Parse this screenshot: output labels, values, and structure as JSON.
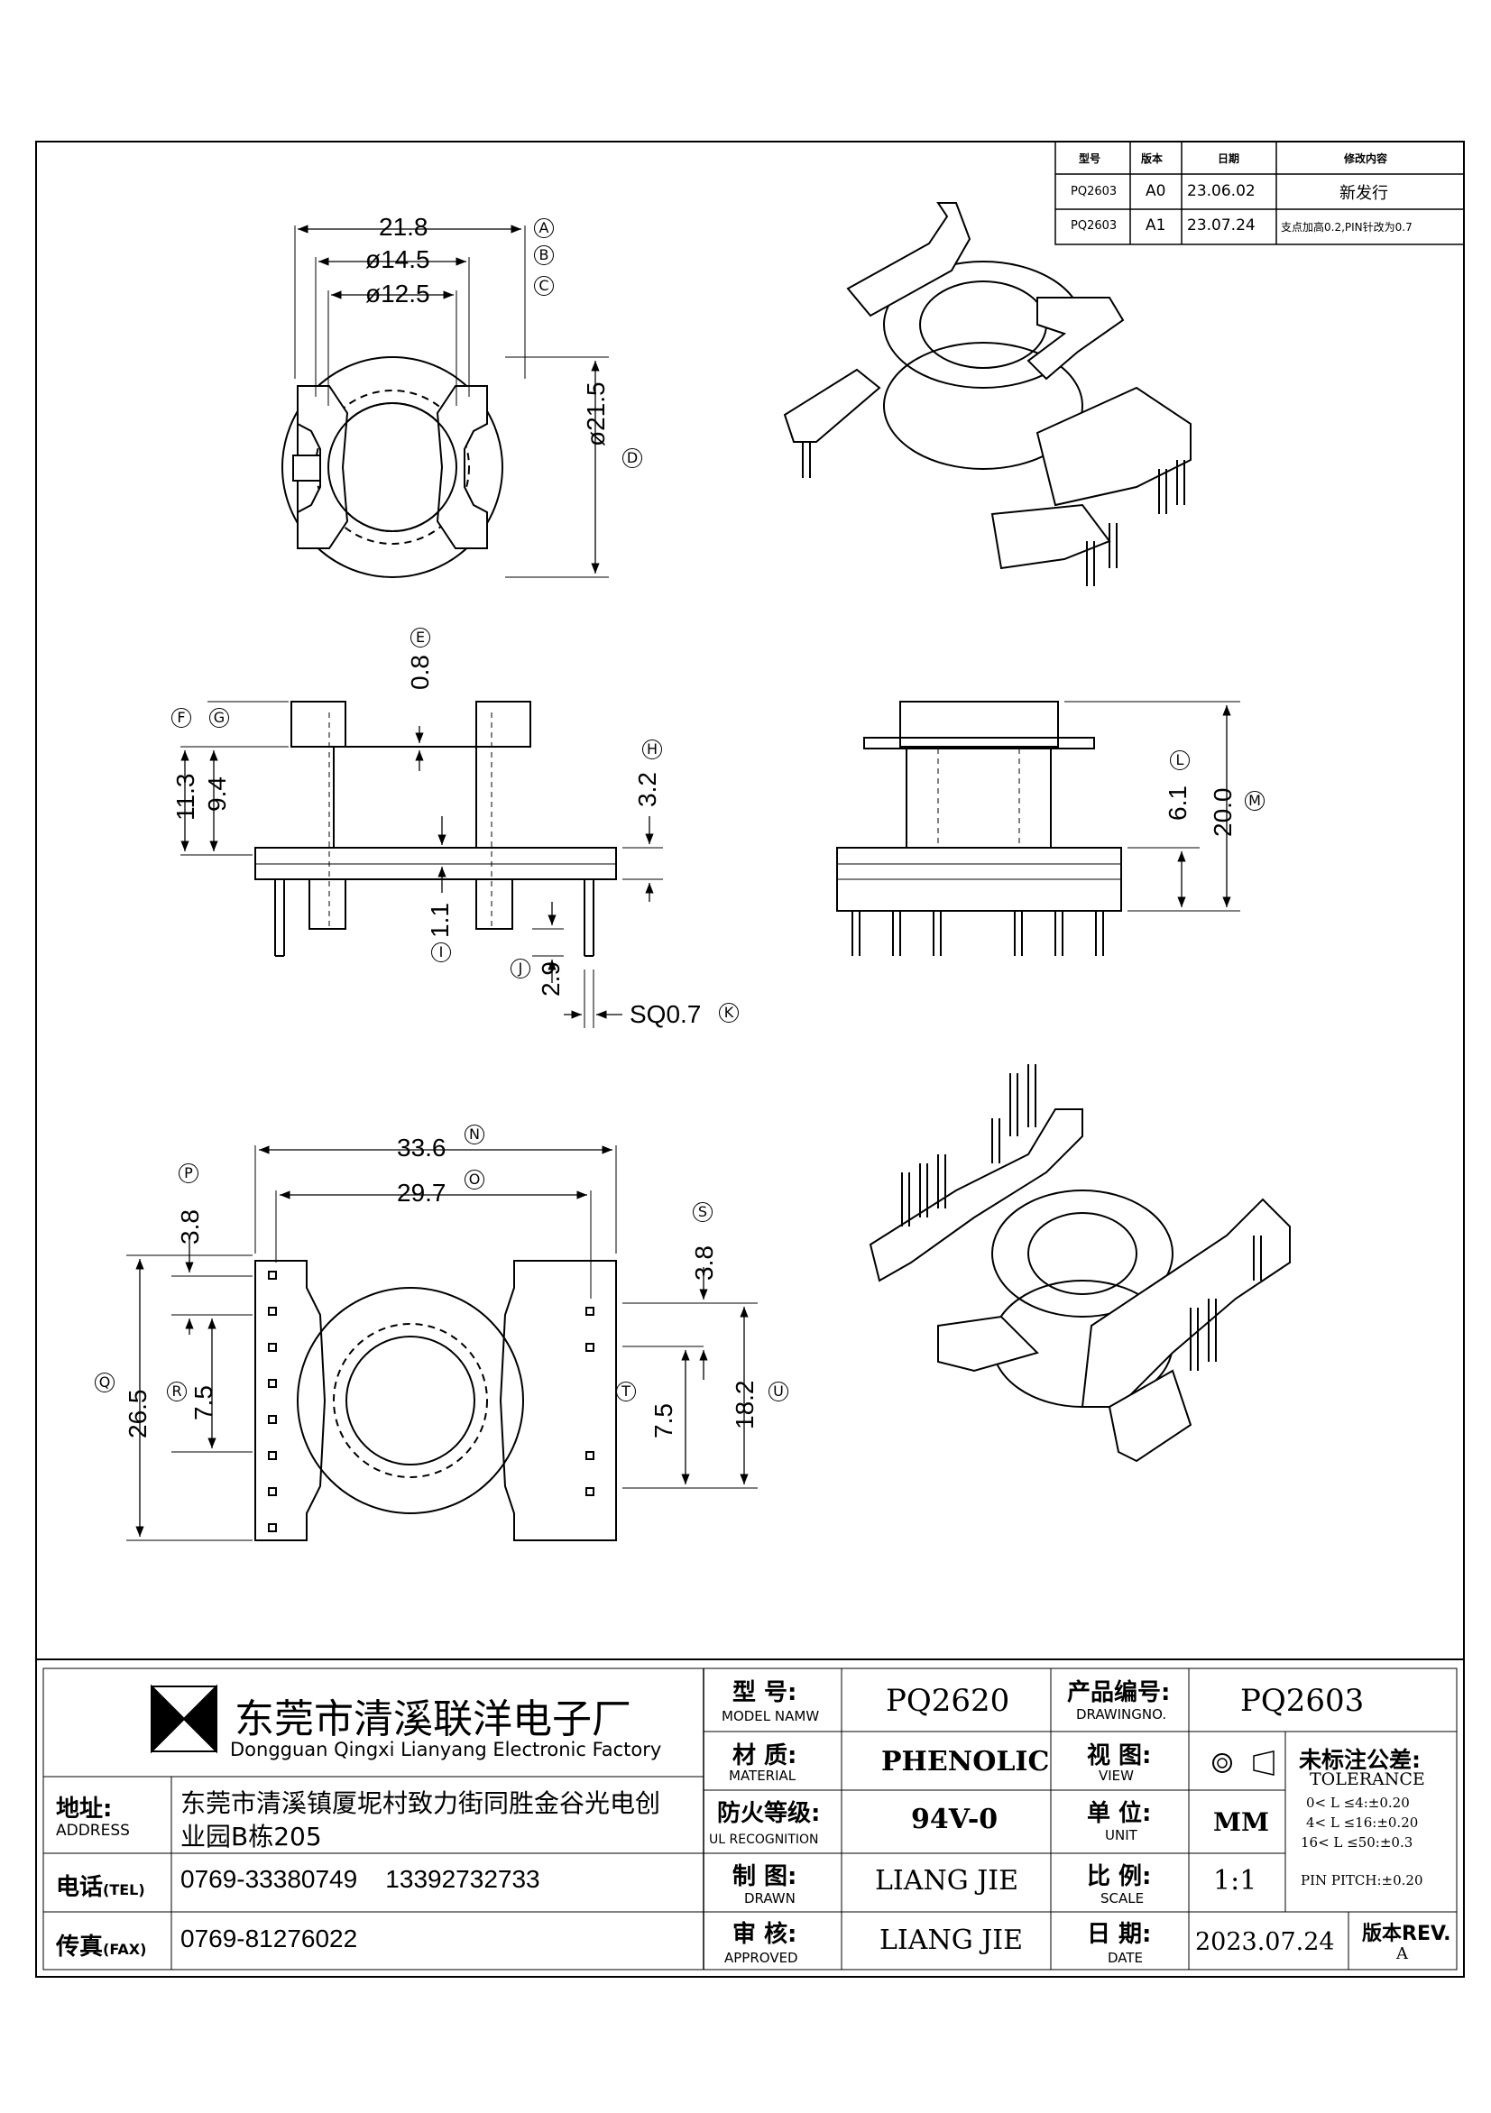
{
  "revision_table": {
    "headers": [
      "型号",
      "版本",
      "日期",
      "修改内容"
    ],
    "rows": [
      {
        "model": "PQ2603",
        "version": "A0",
        "date": "23.06.02",
        "change": "新发行"
      },
      {
        "model": "PQ2603",
        "version": "A1",
        "date": "23.07.24",
        "change": "支点加高0.2,PIN针改为0.7"
      }
    ]
  },
  "top_view": {
    "dim_a": "21.8",
    "dim_b": "ø14.5",
    "dim_c": "ø12.5",
    "dim_d": "ø21.5",
    "tag_a": "A",
    "tag_b": "B",
    "tag_c": "C",
    "tag_d": "D"
  },
  "front_view": {
    "dim_e": "0.8",
    "dim_f": "11.3",
    "dim_g": "9.4",
    "dim_h": "3.2",
    "dim_i": "1.1",
    "dim_j": "2.9",
    "dim_k": "SQ0.7",
    "tag_e": "E",
    "tag_f": "F",
    "tag_g": "G",
    "tag_h": "H",
    "tag_i": "I",
    "tag_j": "J",
    "tag_k": "K"
  },
  "side_view": {
    "dim_l": "6.1",
    "dim_m": "20.0",
    "tag_l": "L",
    "tag_m": "M"
  },
  "bottom_view": {
    "dim_n": "33.6",
    "dim_o": "29.7",
    "dim_p": "3.8",
    "dim_q": "26.5",
    "dim_r": "7.5",
    "dim_s": "3.8",
    "dim_t": "7.5",
    "dim_u": "18.2",
    "tag_n": "N",
    "tag_o": "O",
    "tag_p": "P",
    "tag_q": "Q",
    "tag_r": "R",
    "tag_s": "S",
    "tag_t": "T",
    "tag_u": "U"
  },
  "title_block": {
    "company_cn": "东莞市清溪联洋电子厂",
    "company_en": "Dongguan Qingxi Lianyang Electronic Factory",
    "address_label": "地址:",
    "address_label_en": "ADDRESS",
    "address_line1": "东莞市清溪镇厦坭村致力街同胜金谷光电创",
    "address_line2": "业园B栋205",
    "tel_label": "电话",
    "tel_label_en": "(TEL)",
    "tel_value": "0769-33380749    13392732733",
    "fax_label": "传真",
    "fax_label_en": "(FAX)",
    "fax_value": "0769-81276022",
    "model_label": "型  号:",
    "model_label_en": "MODEL NAMW",
    "model_value": "PQ2620",
    "material_label": "材  质:",
    "material_label_en": "MATERIAL",
    "material_value": "PHENOLIC",
    "fire_label": "防火等级:",
    "fire_label_en": "UL RECOGNITION",
    "fire_value": "94V-0",
    "drawn_label": "制  图:",
    "drawn_label_en": "DRAWN",
    "drawn_value": "LIANG JIE",
    "approved_label": "审  核:",
    "approved_label_en": "APPROVED",
    "approved_value": "LIANG JIE",
    "drawing_no_label": "产品编号:",
    "drawing_no_label_en": "DRAWINGNO.",
    "drawing_no_value": "PQ2603",
    "view_label": "视  图:",
    "view_label_en": "VIEW",
    "unit_label": "单  位:",
    "unit_label_en": "UNIT",
    "unit_value": "MM",
    "scale_label": "比  例:",
    "scale_label_en": "SCALE",
    "scale_value": "1:1",
    "date_label": "日  期:",
    "date_label_en": "DATE",
    "date_value": "2023.07.24",
    "tolerance_label": "未标注公差:",
    "tolerance_label_en": "TOLERANCE",
    "tolerance_lines": [
      "0< L ≤4:±0.20",
      "4< L ≤16:±0.20",
      "16< L ≤50:±0.3",
      "PIN PITCH:±0.20"
    ],
    "rev_label": "版本REV.",
    "rev_value": "A"
  },
  "colors": {
    "line": "#000000",
    "paper": "#ffffff"
  }
}
